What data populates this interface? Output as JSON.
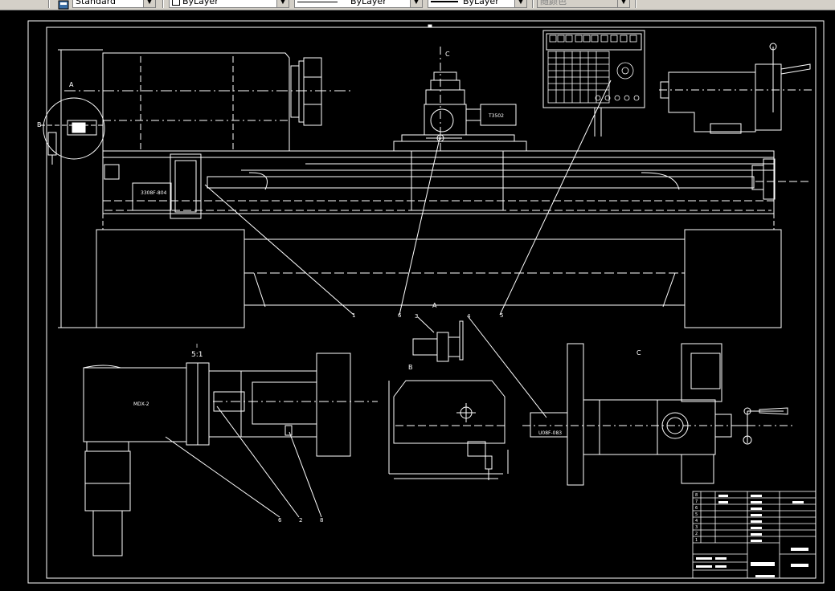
{
  "toolbar": {
    "text_style": "Standard",
    "layer": "ByLayer",
    "linetype": "ByLayer",
    "lineweight": "ByLayer",
    "plot_style": "随颜色"
  },
  "drawing": {
    "motor_label_left": "3308F-804",
    "motor_label_top": "T3502",
    "motor_label_right": "U08F-083",
    "section_label_a": "A",
    "section_label_b": "B",
    "section_label_c_top": "C",
    "section_label_c": "C",
    "detail_label_top": "I",
    "detail_scale": "5:1",
    "detail_label_b": "B",
    "detail_label_a": "A",
    "leader_1": "1",
    "leader_6": "6",
    "leader_5": "5",
    "leader_3": "3",
    "leader_4": "4",
    "leader_6b": "6",
    "leader_2": "2",
    "leader_8": "8",
    "callout_small": "MDX-2",
    "title_rows": [
      "8",
      "7",
      "6",
      "5",
      "4",
      "3",
      "2",
      "1"
    ]
  },
  "colors": {
    "background": "#000000",
    "line": "#ffffff",
    "toolbar": "#d4d0c8"
  }
}
